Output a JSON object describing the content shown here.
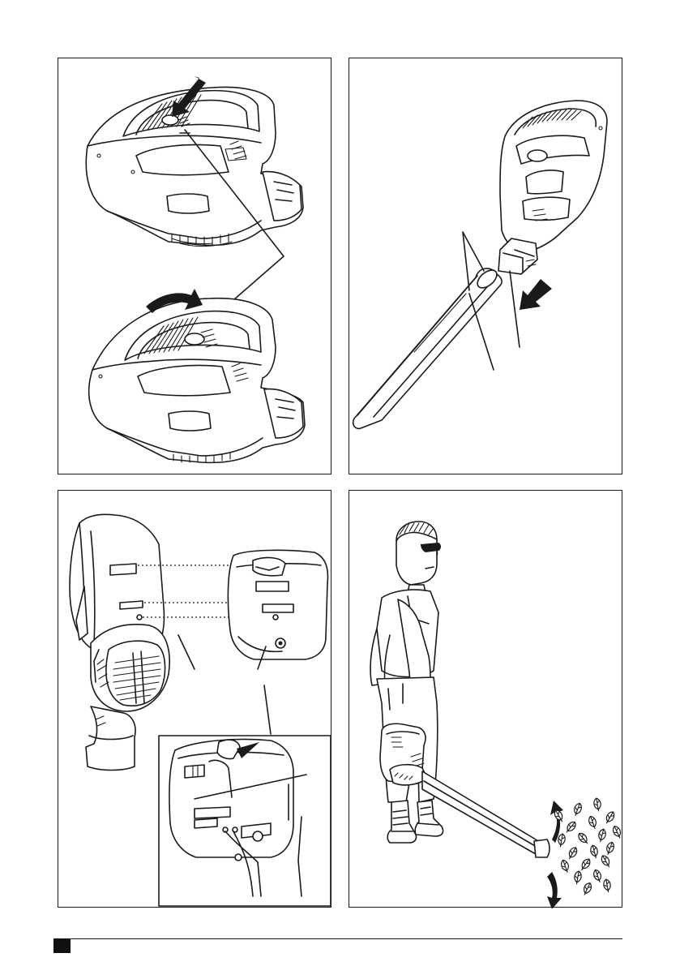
{
  "page": {
    "figures": [
      {
        "id": "fig-1",
        "subject": "handle-release-button"
      },
      {
        "id": "fig-2",
        "subject": "blower-tube-attachment"
      },
      {
        "id": "fig-3",
        "subject": "battery-housing-assembly"
      },
      {
        "id": "fig-4",
        "subject": "operating-position"
      }
    ]
  },
  "colors": {
    "line": "#1a1a1a",
    "background": "#ffffff"
  },
  "icons": {
    "press-arrow": "arrow-down-icon",
    "rotate-arrow": "rotate-arrow-icon",
    "push-arrow": "arrow-down-left-icon",
    "sweep-up": "curved-arrow-up-icon",
    "sweep-down": "curved-arrow-down-icon"
  }
}
